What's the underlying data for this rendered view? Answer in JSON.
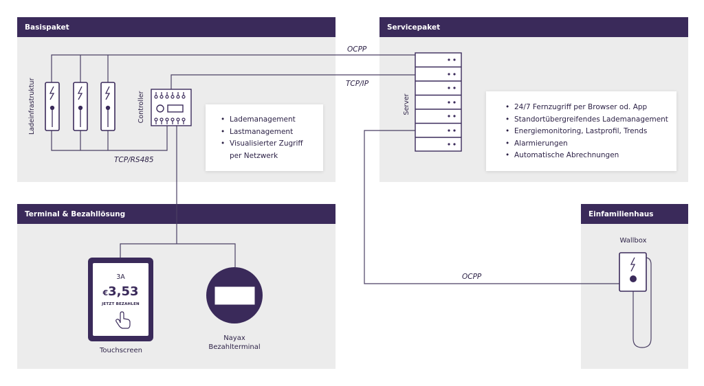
{
  "panels": {
    "basis": {
      "title": "Basispaket"
    },
    "service": {
      "title": "Servicepaket"
    },
    "terminal": {
      "title": "Terminal & Bezahllösung"
    },
    "haus": {
      "title": "Einfamilienhaus"
    }
  },
  "labels": {
    "ladeinfrastruktur": "Ladeinfrastruktur",
    "controller": "Controller",
    "server": "Server",
    "wallbox": "Wallbox",
    "touchscreen": "Touchscreen",
    "nayax_line1": "Nayax",
    "nayax_line2": "Bezahlterminal"
  },
  "protocols": {
    "ocpp_top": "OCPP",
    "tcpip": "TCP/IP",
    "tcp_rs485": "TCP/RS485",
    "ocpp_bottom": "OCPP"
  },
  "basis_features": [
    "Lademanagement",
    "Lastmanagement",
    "Visualisierter Zugriff per Netzwerk"
  ],
  "service_features": [
    "24/7 Fernzugriff per Browser od. App",
    "Standortübergreifendes Lademanagement",
    "Energiemonitoring, Lastprofil, Trends",
    "Alarmierungen",
    "Automatische Abrechnungen"
  ],
  "screen": {
    "amount_label": "3A",
    "currency": "€",
    "amount": "3,53",
    "pay_label": "JETZT BEZAHLEN"
  },
  "colors": {
    "dark": "#3a2a5a",
    "panel": "#ececec",
    "line": "#4a3f63"
  },
  "icons": [
    "lightning-icon",
    "hand-pointer-icon"
  ]
}
